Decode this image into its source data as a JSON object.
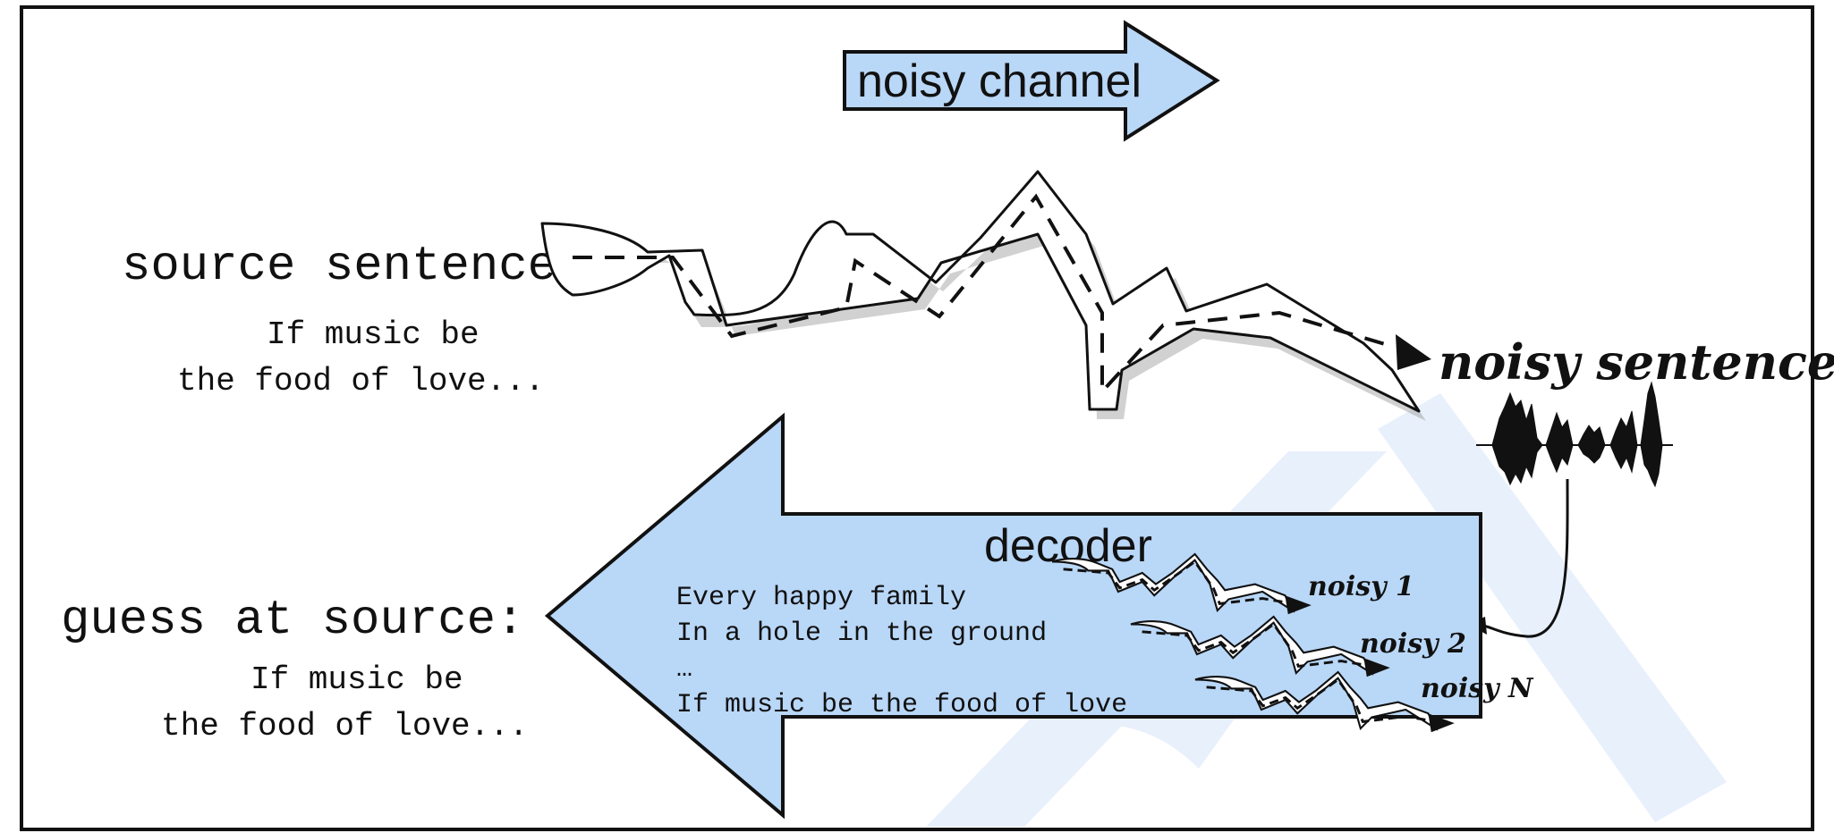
{
  "diagram": {
    "channel_label": "noisy channel",
    "source_heading": "source sentence",
    "source_lines": [
      "If music be",
      "the food of love..."
    ],
    "noisy_label": "noisy sentence",
    "decoder_label": "decoder",
    "candidates": [
      "Every happy family",
      "In a hole in the ground",
      "…",
      "If music be the food of love"
    ],
    "noisy_outputs": [
      "noisy 1",
      "noisy 2",
      "noisy N"
    ],
    "guess_heading": "guess at source:",
    "guess_lines": [
      "If music be",
      "the food of love..."
    ],
    "colors": {
      "arrow_fill": "#b9d7f7",
      "stroke": "#111111",
      "watermark": "#e8f0fc"
    }
  }
}
